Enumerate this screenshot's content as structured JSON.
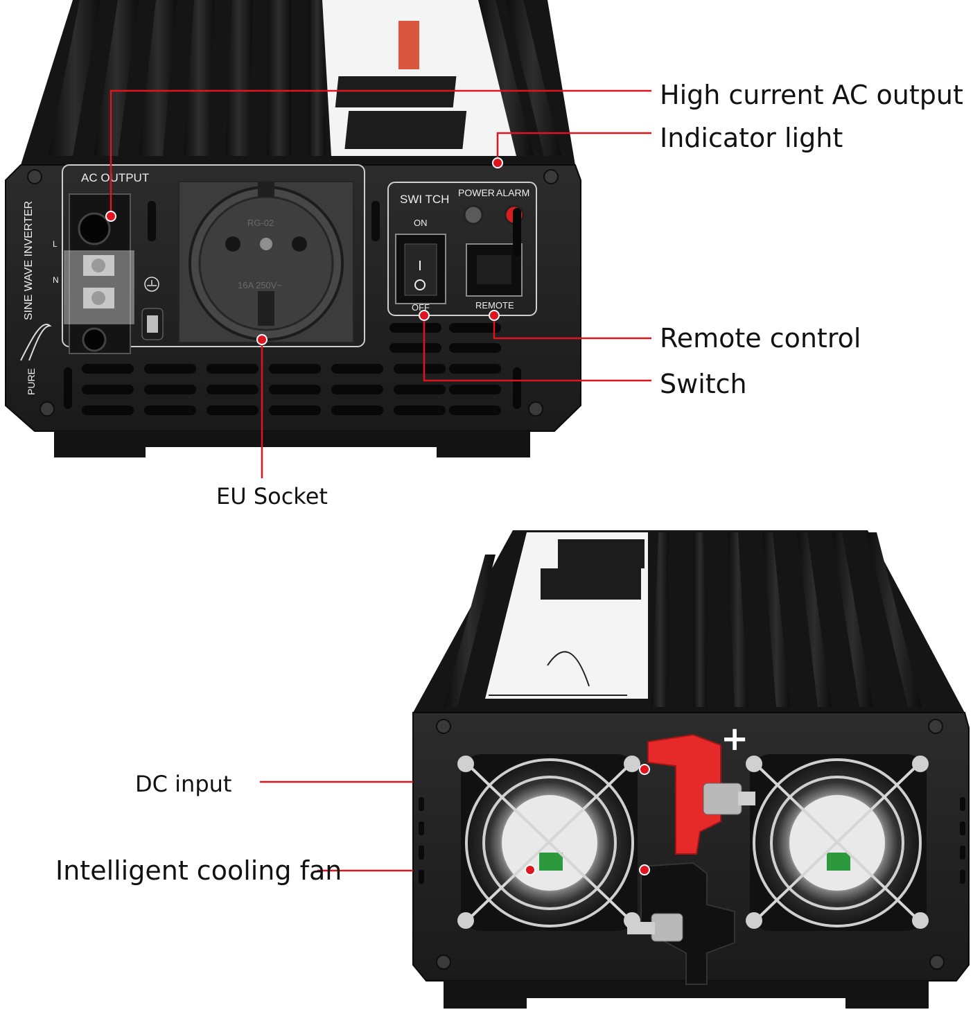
{
  "callouts": {
    "high_current_ac_output": "High current AC output",
    "indicator_light": "Indicator light",
    "remote_control": "Remote control",
    "switch": "Switch",
    "eu_socket": "EU Socket",
    "dc_input": "DC input",
    "intelligent_cooling_fan": "Intelligent cooling fan"
  },
  "panel_labels": {
    "ac_output": "AC  OUTPUT",
    "switch": "SWI TCH",
    "on": "ON",
    "off": "OFF",
    "power": "POWER",
    "alarm": "ALARM",
    "remote": "REMOTE",
    "sine_wave_inverter": "SINE WAVE INVERTER",
    "pure": "PURE",
    "terminal_l": "L",
    "terminal_n": "N",
    "socket_rating": "16A  250V~",
    "socket_model": "RG-02",
    "plus_sign": "+"
  },
  "colors": {
    "callout_line": "#e0141e",
    "callout_dot": "#e0141e",
    "housing": "#1b1b1b",
    "panel": "#2a2a2a",
    "alarm_led": "#d81e1e",
    "power_led": "#5a5a5a",
    "positive_terminal": "#e62a2a",
    "fan_label": "#2c9a3c"
  }
}
